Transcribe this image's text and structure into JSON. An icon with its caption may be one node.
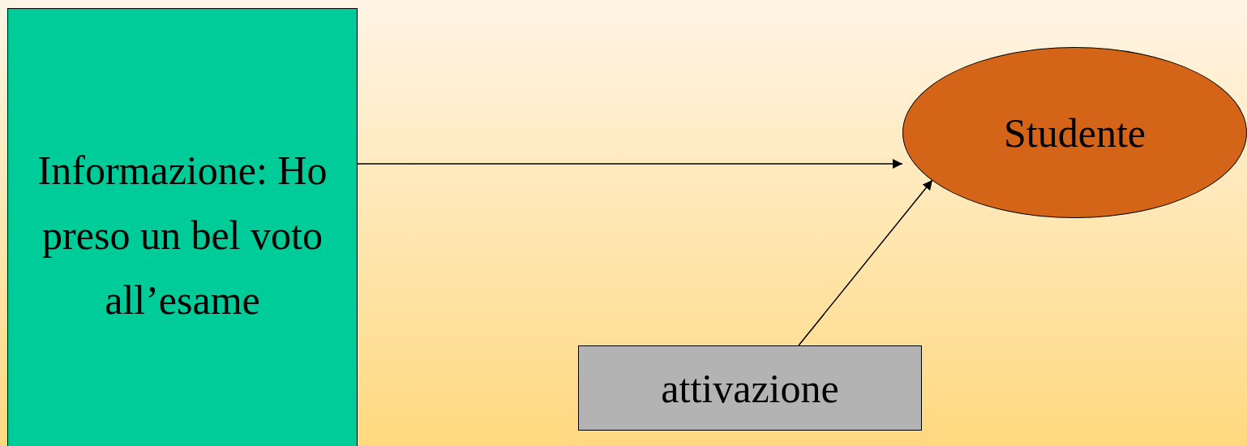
{
  "diagram": {
    "nodes": [
      {
        "text": [
          "Informazione: Ho preso un bel voto all’esame"
        ]
      },
      {
        "text": [
          "Studente"
        ]
      },
      {
        "text": [
          "attivazione"
        ]
      }
    ],
    "edges": [
      {
        "from": 0,
        "to": 1,
        "arrow": "to"
      },
      {
        "from": 2,
        "to": 1,
        "arrow": "to"
      }
    ]
  }
}
